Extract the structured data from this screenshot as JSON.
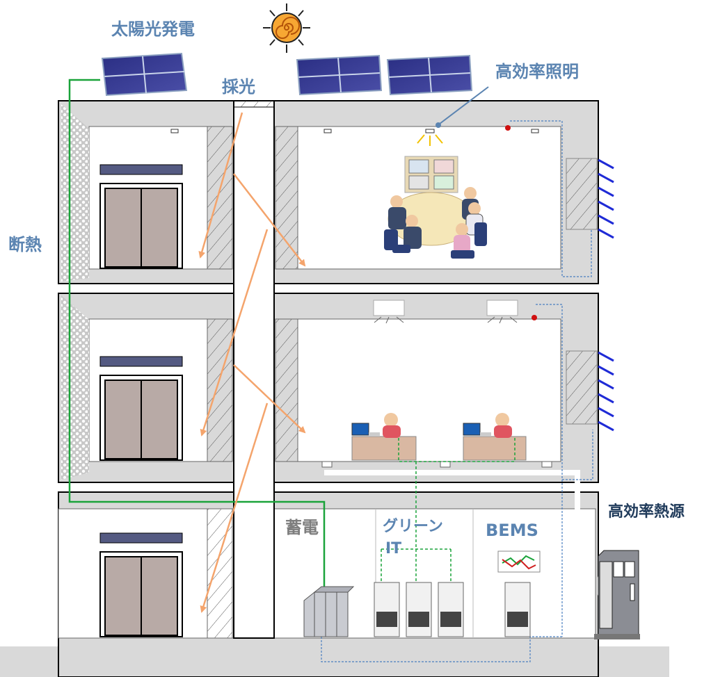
{
  "labels": {
    "solar": "太陽光発電",
    "daylight": "採光",
    "lighting": "高効率照明",
    "insulation": "断熱",
    "heat_source": "高効率熱源",
    "storage": "蓄電",
    "green_it_line1": "グリーン",
    "green_it_line2": "IT",
    "bems": "BEMS"
  },
  "colors": {
    "label_blue": "#5b84b1",
    "wall": "#d9d9d9",
    "solar_line": "#1aa33a",
    "daylight_arrow": "#f4a46c",
    "control_line": "#4a7fc0",
    "louver": "#1f2bd6"
  }
}
